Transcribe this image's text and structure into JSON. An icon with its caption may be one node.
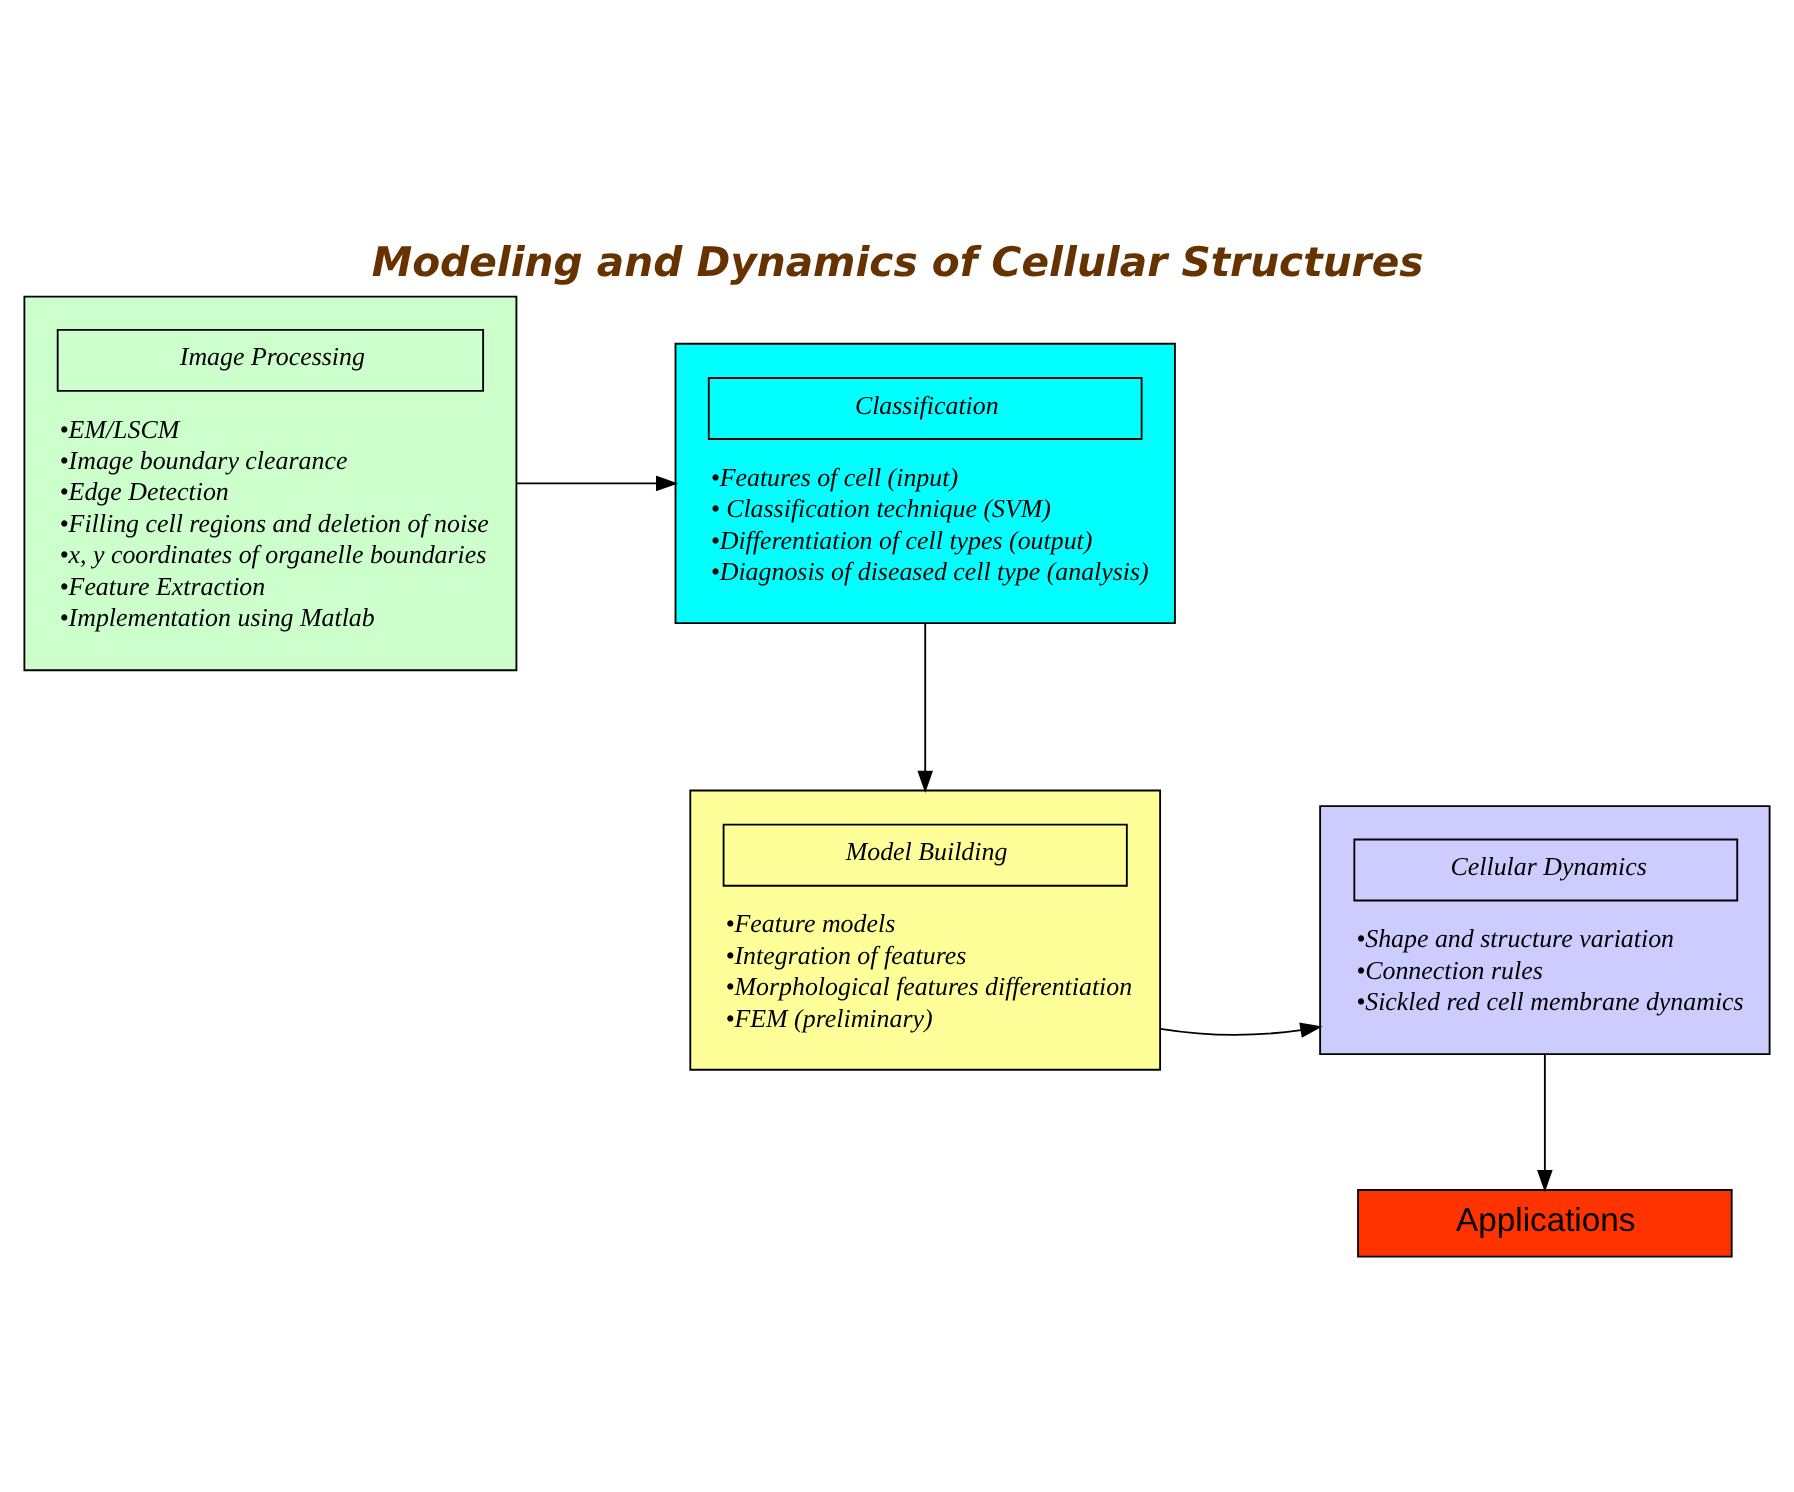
{
  "diagram": {
    "title": "Modeling and Dynamics of Cellular Structures",
    "nodes": [
      {
        "text": [
          "Image Processing",
          "•EM/LSCM",
          "•Image boundary clearance",
          "•Edge Detection",
          "•Filling cell regions and deletion of noise",
          "•x, y coordinates of organelle boundaries",
          "•Feature Extraction",
          "•Implementation using Matlab"
        ]
      },
      {
        "text": [
          "Classification",
          "•Features of cell (input)",
          "• Classification technique (SVM)",
          "•Differentiation of cell types (output)",
          "•Diagnosis of diseased cell type (analysis)"
        ]
      },
      {
        "text": [
          "Model Building",
          "•Feature models",
          "•Integration of features",
          "•Morphological features differentiation",
          "•FEM (preliminary)"
        ]
      },
      {
        "text": [
          "Cellular Dynamics",
          "•Shape and structure variation",
          "•Connection rules",
          "•Sickled red cell membrane dynamics"
        ]
      },
      {
        "text": [
          "Applications"
        ]
      }
    ],
    "edges": [
      {
        "from": 0,
        "to": 1,
        "arrow": "to"
      },
      {
        "from": 1,
        "to": 2,
        "arrow": "to"
      },
      {
        "from": 2,
        "to": 3,
        "arrow": "to"
      },
      {
        "from": 3,
        "to": 4,
        "arrow": "to"
      }
    ]
  }
}
